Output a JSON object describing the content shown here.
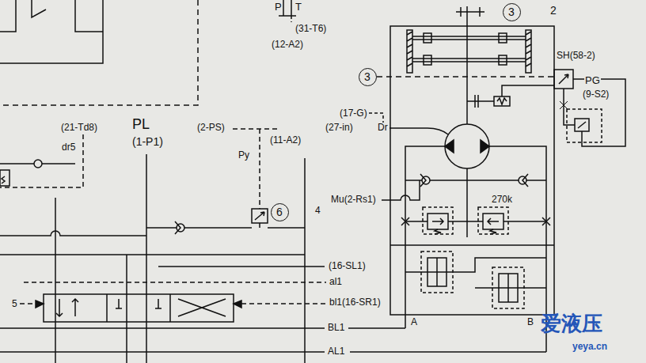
{
  "diagram": {
    "nodes": [
      {
        "text": [
          "3"
        ]
      },
      {
        "text": [
          "3"
        ]
      },
      {
        "text": [
          "6"
        ]
      }
    ],
    "labels": [
      "P",
      "T",
      "(31-T6)",
      "(12-A2)",
      "2",
      "SH(58-2)",
      "PG",
      "(9-S2)",
      "(17-G)",
      "(27-in)",
      "Dr",
      "(21-Td8)",
      "dr5",
      "PL",
      "(1-P1)",
      "(2-PS)",
      "(11-A2)",
      "Py",
      "4",
      "Mu(2-Rs1)",
      "270k",
      "(16-SL1)",
      "al1",
      "bl1(16-SR1)",
      "5",
      "BL1",
      "A",
      "B",
      "AL1",
      "爱液压",
      "yeya.cn"
    ]
  }
}
